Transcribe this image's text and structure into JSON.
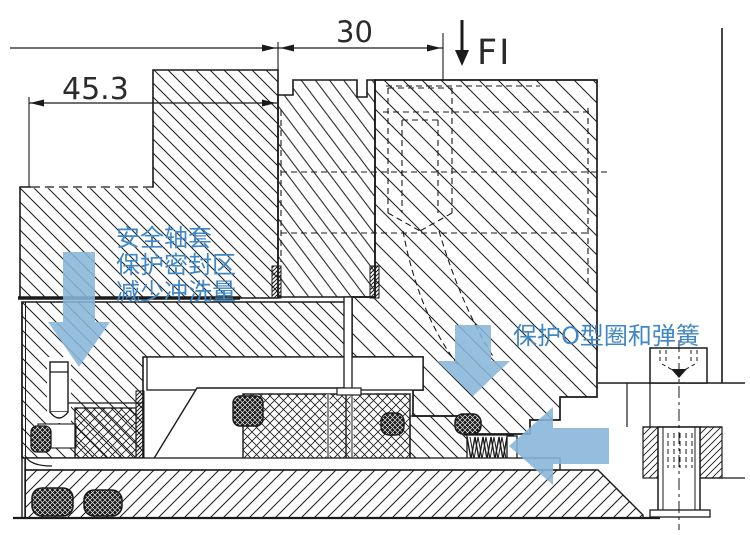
{
  "drawing": {
    "dimensions": {
      "left_width": "45.3",
      "top_width": "30"
    },
    "flush_port": {
      "label": "FI"
    },
    "notes": {
      "left_line1": "安全轴套",
      "left_line2": "保护密封区",
      "left_line3": "减少冲洗量",
      "right": "保护O型圈和弹簧"
    },
    "colors": {
      "line": "#1a1a1a",
      "annotation_blue": "#3f87c5",
      "arrow_blue": "#87b6da",
      "background": "#ffffff"
    }
  }
}
